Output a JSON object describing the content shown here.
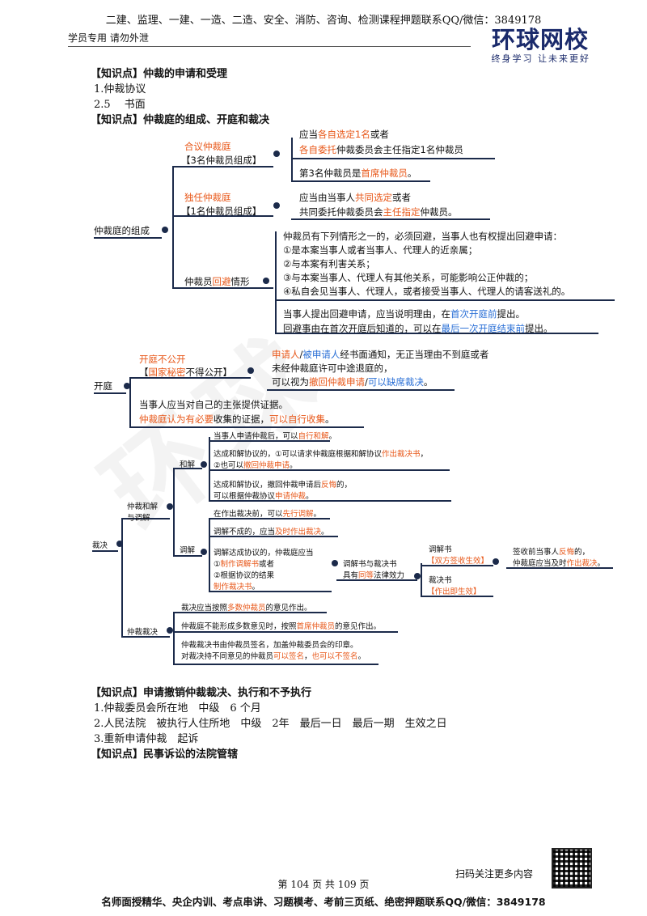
{
  "header": {
    "top": "二建、监理、一建、一造、二造、安全、消防、咨询、检测课程押题联系QQ/微信：3849178",
    "left": "学员专用 请勿外泄",
    "logo": "环球网校",
    "slogan": "终身学习 让未来更好"
  },
  "s1": {
    "title": "【知识点】仲裁的申请和受理",
    "l1": "1.仲裁协议",
    "l2": "2.5　 书面"
  },
  "s2": {
    "title": "【知识点】仲裁庭的组成、开庭和裁决"
  },
  "d1": {
    "root": "仲裁庭的组成",
    "b1a": "合议仲裁庭",
    "b1b": "【3名仲裁员组成】",
    "b1c1": "应当",
    "b1c2": "各自选定1名",
    "b1c3": "或者",
    "b1d1": "各自委托",
    "b1d2": "仲裁委员会主任指定1名仲裁员",
    "b1e1": "第3名仲裁员是",
    "b1e2": "首席仲裁员",
    "b1e3": "。",
    "b2a": "独任仲裁庭",
    "b2b": "【1名仲裁员组成】",
    "b2c1": "应当由当事人",
    "b2c2": "共同选定",
    "b2c3": "或者",
    "b2d1": "共同委托仲裁委员会",
    "b2d2": "主任指定",
    "b2d3": "仲裁员。",
    "b3a1": "仲裁员",
    "b3a2": "回避",
    "b3a3": "情形",
    "b3l1": "仲裁员有下列情形之一的，必须回避，当事人也有权提出回避申请：",
    "b3l2": "①是本案当事人或者当事人、代理人的近亲属；",
    "b3l3": "②与本案有利害关系；",
    "b3l4": "③与本案当事人、代理人有其他关系，可能影响公正仲裁的；",
    "b3l5": "④私自会见当事人、代理人，或者接受当事人、代理人的请客送礼的。",
    "b3m1": "当事人提出回避申请，应当说明理由，在",
    "b3m2": "首次开庭前",
    "b3m3": "提出。",
    "b3n1": "回避事由在首次开庭后知道的，可以在",
    "b3n2": "最后一次开庭结束前",
    "b3n3": "提出。"
  },
  "d2": {
    "root": "开庭",
    "a1": "开庭不公开",
    "a2a": "【",
    "a2b": "国家秘密",
    "a2c": "不得公开】",
    "b1a": "申请人",
    "b1b": "/",
    "b1c": "被申请人",
    "b1d": "经书面通知，无正当理由不到庭或者",
    "b2": "未经仲裁庭许可中途退庭的，",
    "b3a": "可以视为",
    "b3b": "撤回仲裁申请",
    "b3c": "/",
    "b3d": "可以缺席裁决",
    "b3e": "。",
    "c1": "当事人应当对自己的主张提供证据。",
    "c2a": "仲裁庭认为有必要",
    "c2b": "收集的证据，",
    "c2c": "可以自行收集",
    "c2d": "。"
  },
  "d3": {
    "root": "裁决",
    "n1": "仲裁和解",
    "n1b": "与调解",
    "hj": "和解",
    "tj": "调解",
    "hj1a": "当事人申请仲裁后，可以",
    "hj1b": "自行和解",
    "hj1c": "。",
    "hj2a": "达成和解协议的，①可以请求仲裁庭根据和解协议",
    "hj2b": "作出裁决书",
    "hj2c": "，",
    "hj3a": "②也可以",
    "hj3b": "撤回仲裁申请",
    "hj3c": "。",
    "hj4": "达成和解协议，撤回仲裁申请后",
    "hj4b": "反悔",
    "hj4c": "的，",
    "hj5a": "可以根据仲裁协议",
    "hj5b": "申请仲裁",
    "hj5c": "。",
    "tj1a": "在作出裁决前，可以",
    "tj1b": "先行调解",
    "tj1c": "。",
    "tj2a": "调解不成的，应当",
    "tj2b": "及时作出裁决",
    "tj2c": "。",
    "tj3a": "调解达成协议的，仲裁庭应当",
    "tj3b": "①",
    "tj3c": "制作调解书",
    "tj3d": "或者",
    "tj3e": "②根据协议的结果",
    "tj3f": "制作裁决书",
    "tj3g": "。",
    "eq1": "调解书与裁决书",
    "eq2a": "具有",
    "eq2b": "同等",
    "eq2c": "法律效力",
    "tjs": "调解书",
    "tjs2": "【双方签收生效】",
    "tjs3a": "签收前当事人",
    "tjs3b": "反悔",
    "tjs3c": "的，",
    "tjs4a": "仲裁庭应当及时",
    "tjs4b": "作出裁决",
    "tjs4c": "。",
    "cjs": "裁决书",
    "cjs2": "【作出即生效】",
    "zc": "仲裁裁决",
    "zc1a": "裁决应当按照",
    "zc1b": "多数仲裁员",
    "zc1c": "的意见作出。",
    "zc2a": "仲裁庭不能形成多数意见时，按照",
    "zc2b": "首席仲裁员",
    "zc2c": "的意见作出。",
    "zc3": "仲裁裁决书由仲裁员签名，加盖仲裁委员会的印章。",
    "zc4a": "对裁决持不同意见的仲裁员",
    "zc4b": "可以签名",
    "zc4c": "，",
    "zc4d": "也可以不签名",
    "zc4e": "。"
  },
  "s3": {
    "title": "【知识点】申请撤销仲裁裁决、执行和不予执行",
    "l1": "1.仲裁委员会所在地　中级　6 个月",
    "l2": "2.人民法院　被执行人住所地　中级　2年　最后一日　最后一期　生效之日",
    "l3": "3.重新申请仲裁　起诉"
  },
  "s4": {
    "title": "【知识点】民事诉讼的法院管辖"
  },
  "footer": {
    "scan": "扫码关注更多内容",
    "page": "第 104 页 共 109 页",
    "bottom": "名师面授精华、央企内训、考点串讲、习题模考、考前三页纸、绝密押题联系QQ/微信：3849178"
  }
}
